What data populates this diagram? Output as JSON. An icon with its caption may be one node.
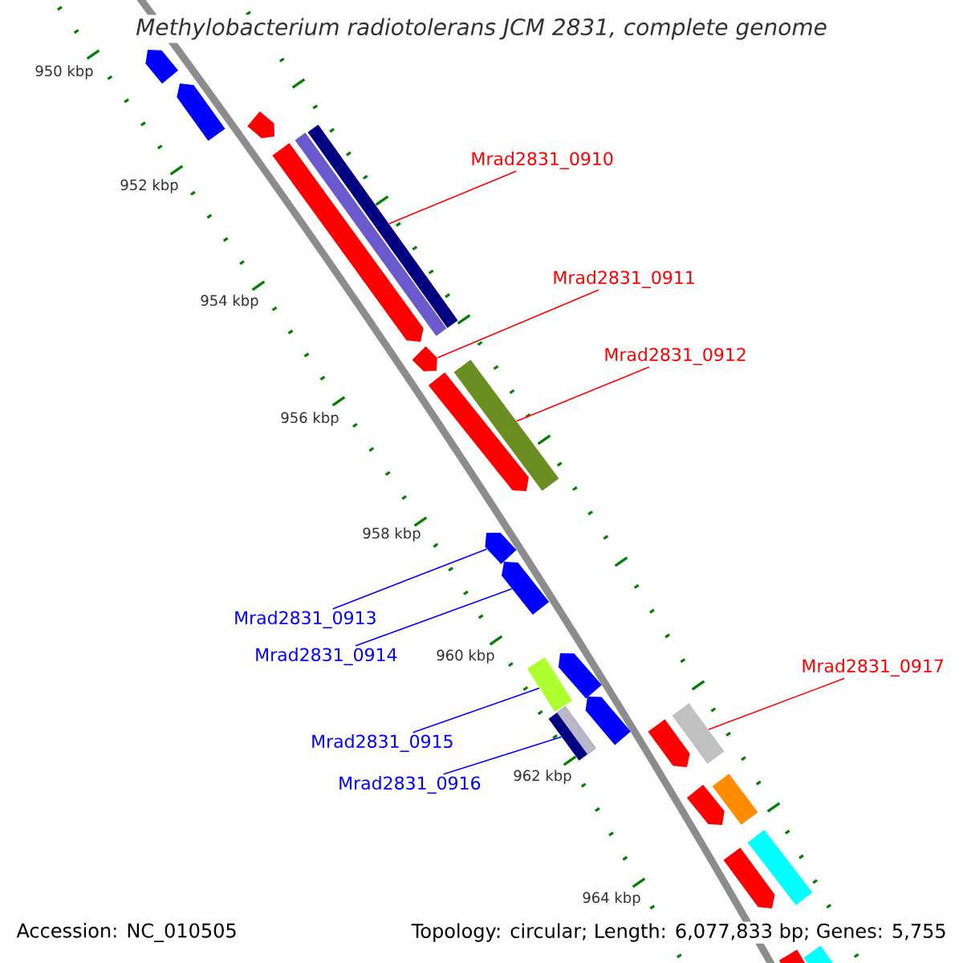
{
  "diagram": {
    "title": "Methylobacterium radiotolerans JCM 2831, complete genome",
    "nodes": [
      {
        "text": [
          "Mrad2831_0910"
        ]
      },
      {
        "text": [
          "Mrad2831_0911"
        ]
      },
      {
        "text": [
          "Mrad2831_0912"
        ]
      },
      {
        "text": [
          "Mrad2831_0913"
        ]
      },
      {
        "text": [
          "Mrad2831_0914"
        ]
      },
      {
        "text": [
          "Mrad2831_0917"
        ]
      },
      {
        "text": [
          "Mrad2831_0915"
        ]
      },
      {
        "text": [
          "Mrad2831_0916"
        ]
      },
      {
        "text": [],
        "shape": "arrow"
      },
      {
        "text": [],
        "shape": "arrow"
      },
      {
        "text": [],
        "shape": "arrow"
      },
      {
        "text": [],
        "shape": "bar"
      },
      {
        "text": [],
        "shape": "bar"
      },
      {
        "text": [],
        "shape": "arrow"
      },
      {
        "text": [],
        "shape": "arrow"
      },
      {
        "text": [],
        "shape": "bar"
      },
      {
        "text": [],
        "shape": "arrow"
      },
      {
        "text": [],
        "shape": "arrow"
      },
      {
        "text": [],
        "shape": "arrow"
      },
      {
        "text": [],
        "shape": "arrow"
      },
      {
        "text": [],
        "shape": "bar"
      },
      {
        "text": [],
        "shape": "arrow"
      },
      {
        "text": [],
        "shape": "bar"
      },
      {
        "text": [],
        "shape": "bar"
      },
      {
        "text": [],
        "shape": "arrow"
      },
      {
        "text": [],
        "shape": "bar"
      },
      {
        "text": [],
        "shape": "arrow"
      },
      {
        "text": [],
        "shape": "bar"
      },
      {
        "text": [],
        "shape": "arrow"
      },
      {
        "text": [],
        "shape": "bar"
      },
      {
        "text": [],
        "shape": "bar"
      }
    ],
    "edges": [
      {
        "from": 0,
        "to": 11,
        "arrow": "none",
        "color": "#ff0000"
      },
      {
        "from": 1,
        "to": 14,
        "arrow": "none",
        "color": "#ff0000"
      },
      {
        "from": 2,
        "to": 15,
        "arrow": "none",
        "color": "#ff0000"
      },
      {
        "from": 3,
        "to": 17,
        "arrow": "none",
        "color": "#0000ff"
      },
      {
        "from": 4,
        "to": 18,
        "arrow": "none",
        "color": "#0000ff"
      },
      {
        "from": 5,
        "to": 23,
        "arrow": "none",
        "color": "#ff0000"
      },
      {
        "from": 6,
        "to": 20,
        "arrow": "none",
        "color": "#0000ff"
      },
      {
        "from": 7,
        "to": 22,
        "arrow": "none",
        "color": "#0000ff"
      }
    ],
    "labels": [
      "950 kbp",
      "952 kbp",
      "954 kbp",
      "956 kbp",
      "958 kbp",
      "960 kbp",
      "962 kbp",
      "964 kbp",
      "Accession: NC_010505",
      "Topology: circular; Length: 6,077,833 bp; Genes: 5,755"
    ]
  }
}
